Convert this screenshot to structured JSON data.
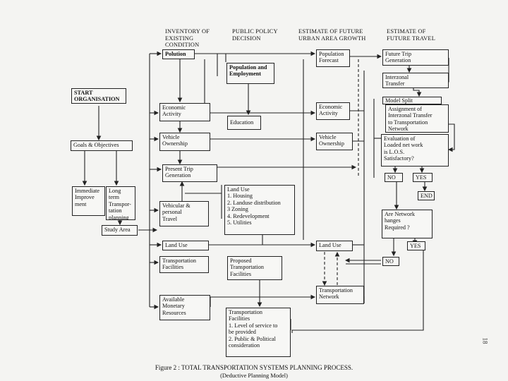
{
  "headers": {
    "inventory": "INVENTORY OF\nEXISTING\nCONDITION",
    "policy": "PUBLIC POLICY\nDECISION",
    "growth": "ESTIMATE OF FUTURE\nURBAN AREA GROWTH",
    "travel": "ESTIMATE OF\nFUTURE TRAVEL"
  },
  "boxes": {
    "start": "START\nORGANISATION",
    "goals": "Goals & Objectives",
    "immediate": "Immediate\nImprove\nment",
    "longterm": "Long term\nTranspor-\ntation\nplanning",
    "study_area": "Study Area",
    "polution": "Polution",
    "economic_activity": "Economic\nActivity",
    "vehicle_ownership": "Vehicle\nOwnership",
    "present_trip": "Present Trip\nGeneration",
    "vehicular_travel": "Vehicular &\npersonal\nTravel",
    "land_use": "Land Use",
    "transport_facilities": "Transportation\nFacilities",
    "monetary": "Available\nMonetary\nResources",
    "pop_employment": "Population and\nEmployment",
    "education": "Education",
    "land_use_list": "Land Use\n1. Housing\n2. Landuse distribution\n3 Zoning\n4. Redevelopment\n5. Utilities",
    "proposed_facilities": "Proposed\nTransportation\nFacilities",
    "facilities_service": "Transportation\nFacilities\n1. Level of service to\n    be provided\n2. Public & Political\n    consideration",
    "pop_forecast": "Population\nForecast",
    "future_economic": "Economic\nActivity",
    "future_vehicle": "Vehicle\nOwnership",
    "future_land_use": "Land Use",
    "transport_network": "Transportation\nNetwork",
    "future_trip": "Future Trip\nGeneration",
    "interzonal": "Interzonal\nTransfer",
    "model_split": "Model Split",
    "assignment": "Assignment of\nInterzonal Transfer\nto Transportation\nNetwork",
    "evaluation": "Evaluation of\nLoaded net work\nis L.O.S.\nSatisfactory?",
    "no1": "NO",
    "yes1": "YES",
    "end": "END",
    "network_changes": "Are Network\nhanges\nRequired ?",
    "yes2": "YES",
    "no2": "NO"
  },
  "caption": {
    "title": "Figure 2 : TOTAL TRANSPORTATION SYSTEMS PLANNING PROCESS.",
    "subtitle": "(Deductive Planning Model)"
  },
  "page_number": "18"
}
